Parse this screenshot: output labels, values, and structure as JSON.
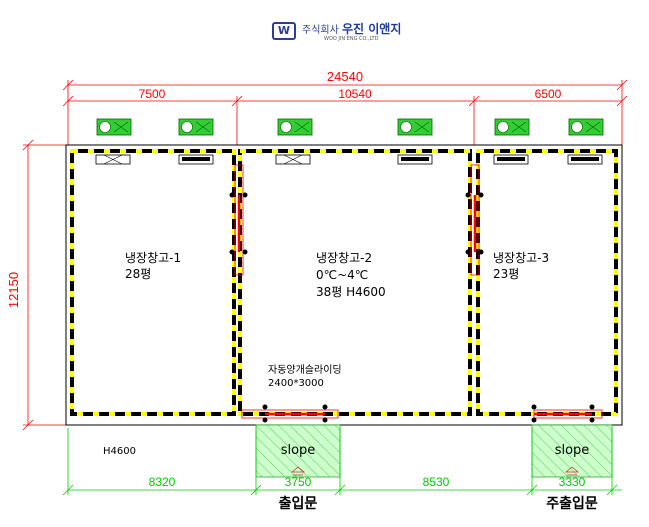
{
  "company": {
    "name_prefix": "주식회사",
    "name_main": "우진 이앤지",
    "name_en": "WOO JIN ENG CO.,LTD"
  },
  "dimensions": {
    "total_width": "24540",
    "room1_width": "7500",
    "room2_width": "10540",
    "room3_width": "6500",
    "total_depth": "12150",
    "bottom_left": "8320",
    "door1_width": "3750",
    "bottom_mid": "8530",
    "door2_width": "3330"
  },
  "rooms": [
    {
      "name": "냉장창고-1",
      "area": "28평"
    },
    {
      "name": "냉장창고-2",
      "temp": "0℃~4℃",
      "area_height": "38평 H4600"
    },
    {
      "name": "냉장창고-3",
      "area": "23평"
    }
  ],
  "door_note": {
    "title": "자동양개슬라이딩",
    "size": "2400*3000"
  },
  "height_note": "H4600",
  "slope_label": "slope",
  "door_labels": {
    "main": "출입문",
    "sub": "주출입문"
  },
  "colors": {
    "dimension_red": "#ff0000",
    "dimension_green": "#00cc00",
    "unit_green": "#33cc33",
    "slope_fill": "#ccffcc",
    "wall_yellow": "#ffff00"
  }
}
